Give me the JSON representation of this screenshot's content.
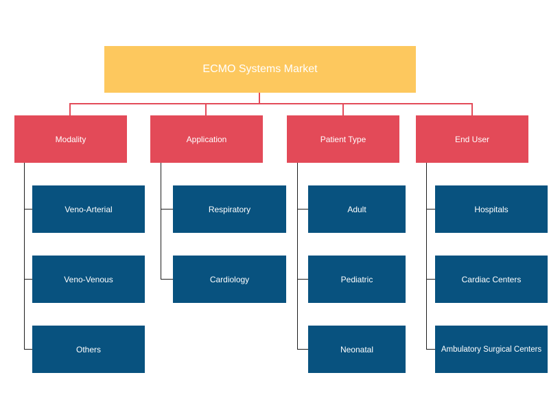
{
  "title": "ECMO Systems Market",
  "categories": [
    {
      "label": "Modality",
      "items": [
        "Veno-Arterial",
        "Veno-Venous",
        "Others"
      ]
    },
    {
      "label": "Application",
      "items": [
        "Respiratory",
        "Cardiology"
      ]
    },
    {
      "label": "Patient Type",
      "items": [
        "Adult",
        "Pediatric",
        "Neonatal"
      ]
    },
    {
      "label": "End User",
      "items": [
        "Hospitals",
        "Cardiac Centers",
        "Ambulatory Surgical Centers"
      ]
    }
  ],
  "colors": {
    "root": "#fdc85e",
    "category": "#e34a58",
    "leaf": "#08527f",
    "connector_top": "#e34a58",
    "connector_leaf": "#1a1a1a"
  }
}
